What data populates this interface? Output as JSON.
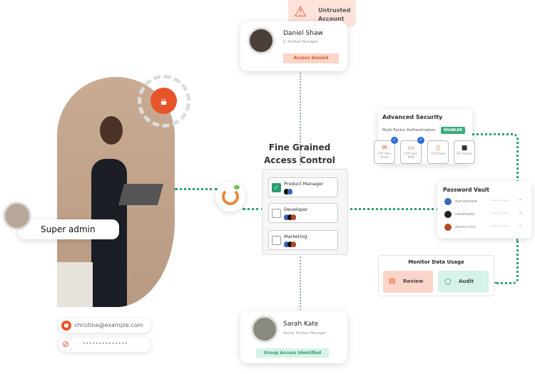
{
  "untrusted": {
    "label_line1": "Untrusted",
    "label_line2": "Account",
    "icon": "warning-triangle-icon"
  },
  "daniel": {
    "name": "Daniel Shaw",
    "role": "Jr. Product Manager",
    "status": "Access Denied"
  },
  "sarah": {
    "name": "Sarah Kate",
    "role": "Senior Product Manager",
    "status": "Group Access Identified"
  },
  "center": {
    "title_line1": "Fine Grained",
    "title_line2": "Access Control",
    "roles": [
      {
        "label": "Product Manager",
        "checked": true
      },
      {
        "label": "Developer",
        "checked": false
      },
      {
        "label": "Marketing",
        "checked": false
      }
    ]
  },
  "security": {
    "title": "Advanced Security",
    "mfa_label": "Multi-Factor Authentication",
    "mfa_status": "ENABLED",
    "methods": [
      {
        "label": "OTP Over Email",
        "icon": "email-icon",
        "selected": true
      },
      {
        "label": "OTP Over SMS",
        "icon": "sms-icon",
        "selected": true
      },
      {
        "label": "TOTP Apps",
        "icon": "phone-icon",
        "selected": false
      },
      {
        "label": "Bot Tokens",
        "icon": "token-icon",
        "selected": false
      }
    ]
  },
  "vault": {
    "title": "Password Vault",
    "entries": [
      {
        "user": "danielshaw",
        "mask": "••••••"
      },
      {
        "user": "sarahkate",
        "mask": "••••••"
      },
      {
        "user": "danny-rick",
        "mask": "••••••"
      }
    ]
  },
  "monitor": {
    "title": "Monitor Data Usage",
    "review": "Review",
    "audit": "Audit"
  },
  "admin": {
    "label": "Super admin",
    "email": "christina@example.com",
    "password_mask": "••••••••••••••"
  },
  "colors": {
    "accent_green": "#2aa36b",
    "accent_orange": "#e8542a",
    "denied_bg": "#fbd5c9",
    "identified_bg": "#d5f3e6"
  }
}
